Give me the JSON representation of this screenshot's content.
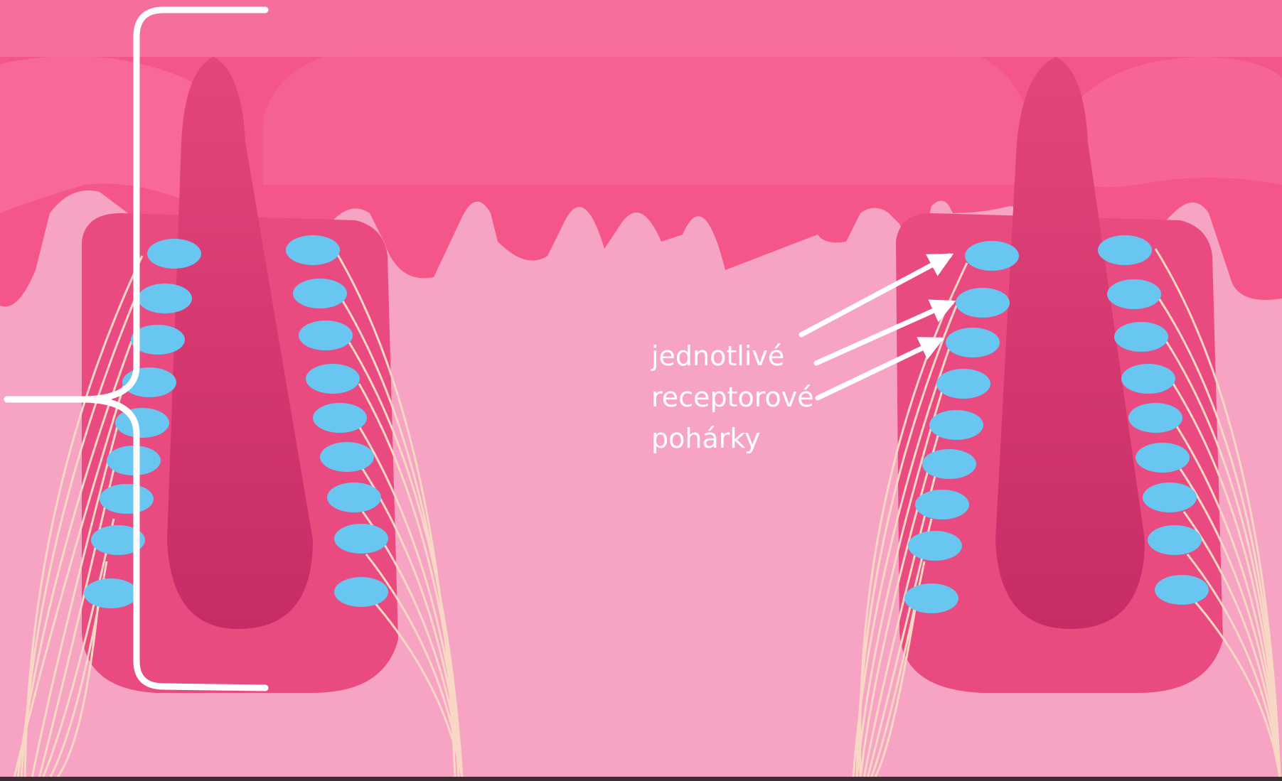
{
  "annotation": {
    "lines": [
      "jednotlivé",
      "receptorové",
      "pohárky"
    ]
  },
  "colors": {
    "background": "#f7a3c3",
    "surface_tissue": "#f45689",
    "papilla_tissue": "#e94a7f",
    "trench": "#cb2f69",
    "taste_bud": "#68c6f0",
    "nerve_fiber": "#f8d8c4",
    "annotation": "#ffffff"
  },
  "taste_buds": {
    "left_papilla_left_wall": 9,
    "left_papilla_right_wall": 9,
    "right_papilla_left_wall": 9,
    "right_papilla_right_wall": 9
  }
}
